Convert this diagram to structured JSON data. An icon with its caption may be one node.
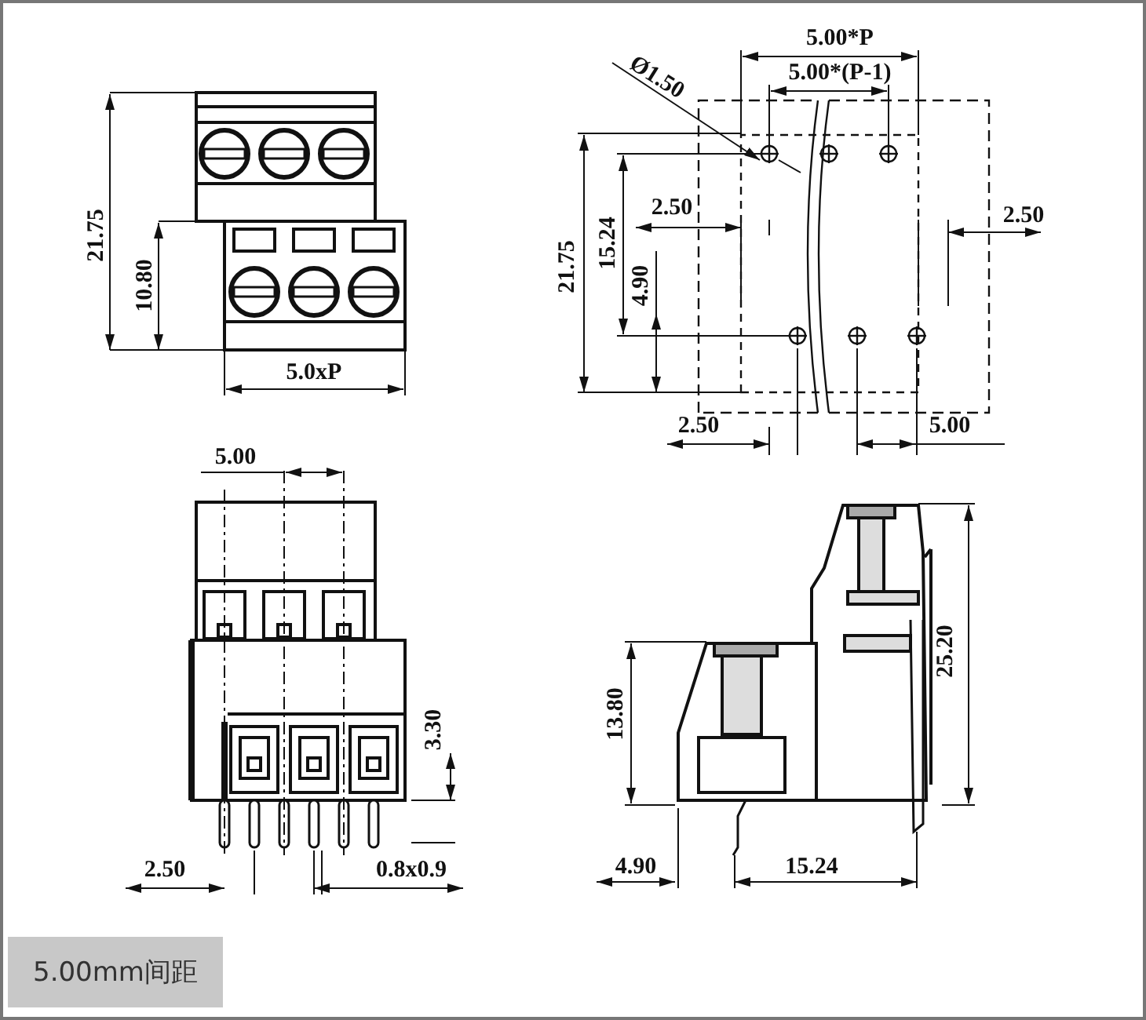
{
  "diagram": {
    "labels": [
      "21.75",
      "10.80",
      "5.0xP",
      "5.00*P",
      "5.00*(P-1)",
      "Ø1.50",
      "21.75",
      "15.24",
      "2.50",
      "2.50",
      "4.90",
      "2.50",
      "5.00",
      "5.00",
      "25.20",
      "3.30",
      "13.80",
      "2.50",
      "0.8x0.9",
      "4.90",
      "15.24",
      "5.00mm间距"
    ]
  }
}
